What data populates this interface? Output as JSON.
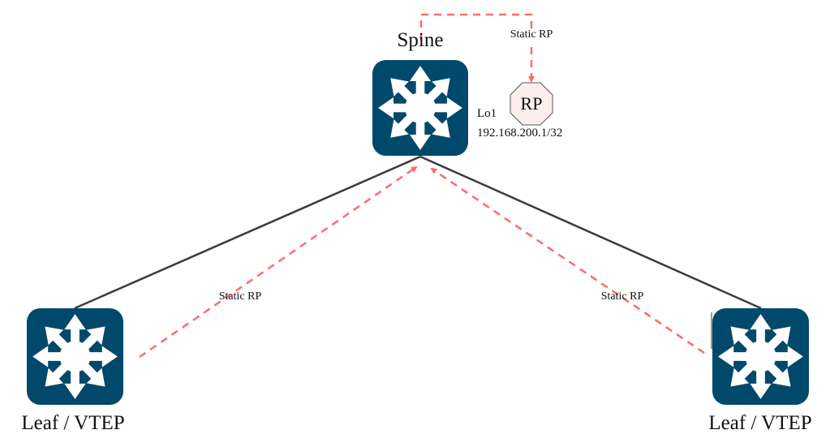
{
  "nodes": {
    "spine": {
      "label": "Spine",
      "interface": "Lo1",
      "ip": "192.168.200.1/32"
    },
    "rp": {
      "label": "RP"
    },
    "leaf_left": {
      "label": "Leaf / VTEP"
    },
    "leaf_right": {
      "label": "Leaf / VTEP"
    }
  },
  "edges": {
    "spine_to_rp": {
      "label": "Static RP"
    },
    "leaf_left_to_spine": {
      "label": "Static RP"
    },
    "leaf_right_to_spine": {
      "label": "Static RP"
    }
  },
  "colors": {
    "switch": "#00496b",
    "link": "#3a3a40",
    "static_rp": "#ff6b6b",
    "rp_fill": "#fdeeee"
  }
}
